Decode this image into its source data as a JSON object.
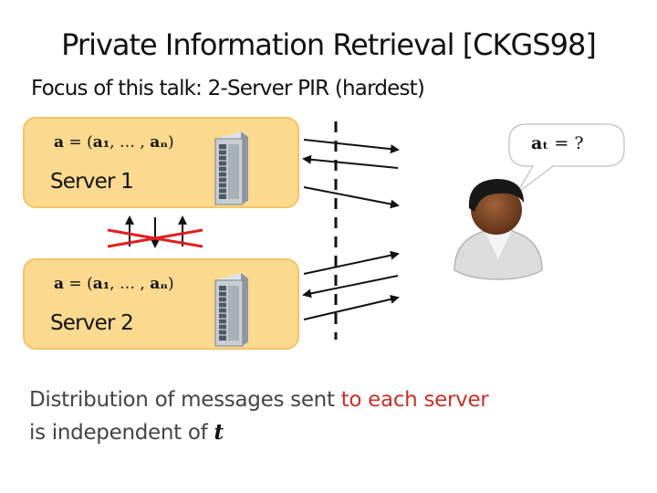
{
  "title": "Private Information Retrieval [CKGS98]",
  "subtitle": "Focus of this talk: 2-Server  PIR  (hardest)",
  "servers": [
    {
      "formula_lhs": "a",
      "formula_eq": " = (",
      "formula_a1": "a₁",
      "formula_mid": ", … , ",
      "formula_an": "aₙ",
      "formula_close": ")",
      "label": "Server 1"
    },
    {
      "formula_lhs": "a",
      "formula_eq": " = (",
      "formula_a1": "a₁",
      "formula_mid": ", … , ",
      "formula_an": "aₙ",
      "formula_close": ")",
      "label": "Server 2"
    }
  ],
  "bubble": {
    "var": "aₜ",
    "rest": " = ?"
  },
  "footer": {
    "part1": "Distribution of messages sent ",
    "highlight": "to each server",
    "part2": "is independent of ",
    "var": "t"
  },
  "colors": {
    "box_fill": "#fbd98f",
    "highlight": "#c0342a",
    "cross": "#e02020"
  },
  "icons": [
    "server-icon",
    "user-avatar-icon",
    "speech-bubble-icon"
  ]
}
